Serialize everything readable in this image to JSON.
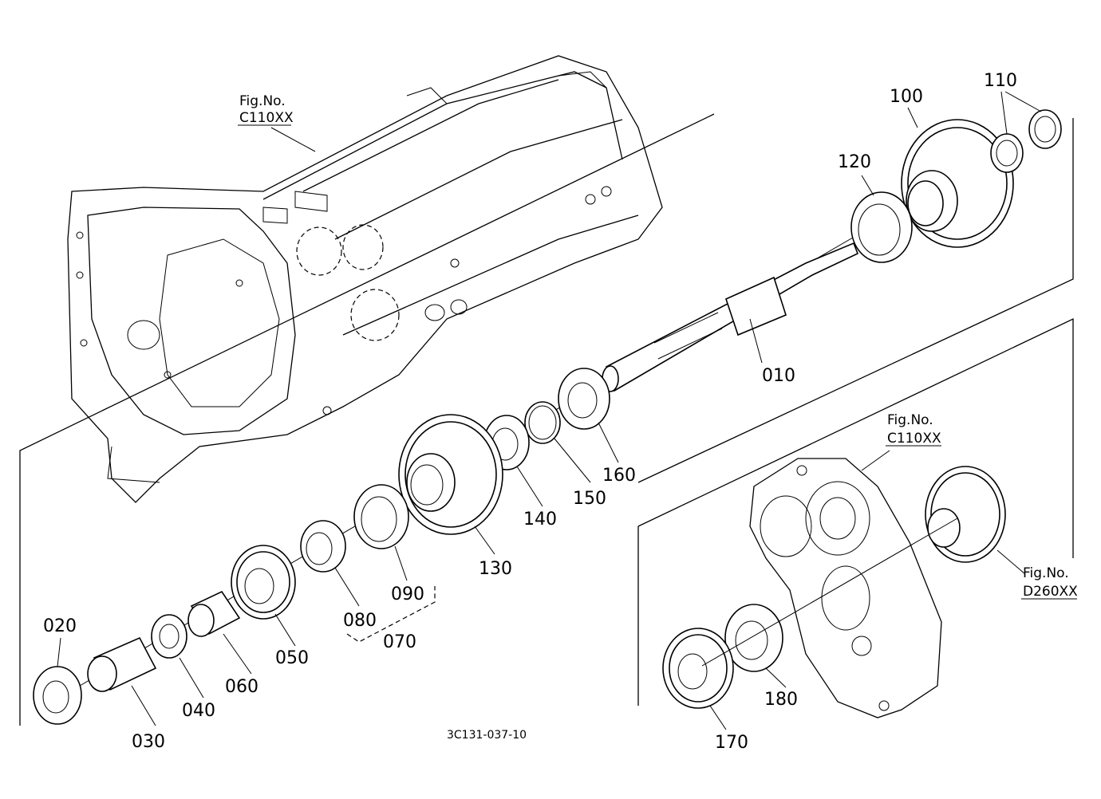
{
  "drawing": {
    "code": "3C131-037-10",
    "fig_refs": [
      {
        "line1": "Fig.No.",
        "line2": "C110XX"
      },
      {
        "line1": "Fig.No.",
        "line2": "C110XX"
      },
      {
        "line1": "Fig.No.",
        "line2": "D260XX"
      }
    ],
    "parts": [
      "010",
      "020",
      "030",
      "040",
      "050",
      "060",
      "070",
      "080",
      "090",
      "100",
      "110",
      "120",
      "130",
      "140",
      "150",
      "160",
      "170",
      "180"
    ]
  }
}
